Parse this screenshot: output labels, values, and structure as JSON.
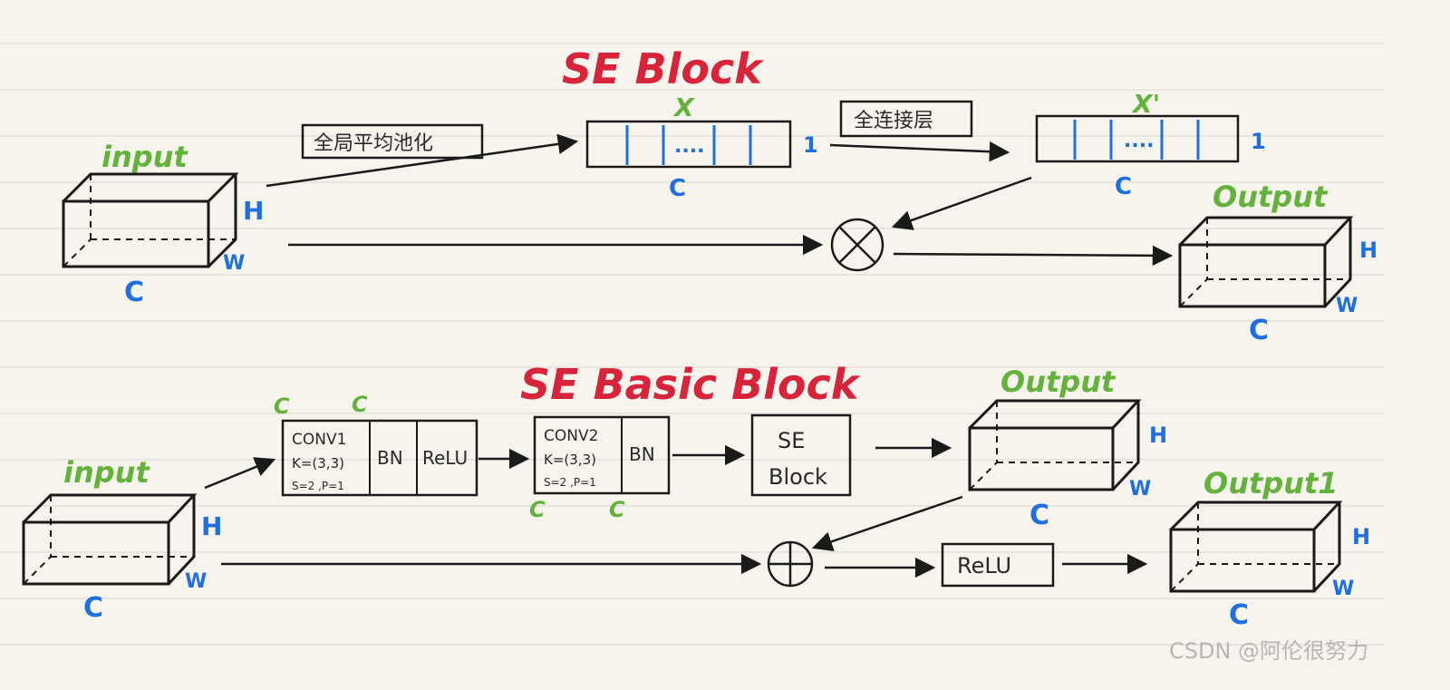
{
  "top": {
    "title": "SE Block",
    "input_label": "input",
    "gap_label": "全局平均池化",
    "fc_label": "全连接层",
    "x_label": "X",
    "x_prime_label": "X'",
    "vec_dots": "....",
    "vec_one": "1",
    "c": "C",
    "h": "H",
    "w": "W",
    "output_label": "Output"
  },
  "bottom": {
    "title": "SE Basic Block",
    "input_label": "input",
    "conv1_lines": [
      "CONV1",
      "K=(3,3)",
      "S=2 ,P=1"
    ],
    "bn": "BN",
    "relu": "ReLU",
    "conv2_lines": [
      "CONV2",
      "K=(3,3)",
      "S=2 ,P=1"
    ],
    "se_block_lines": [
      "SE",
      "Block"
    ],
    "relu_box": "ReLU",
    "output_label": "Output",
    "output1_label": "Output1",
    "c": "C",
    "h": "H",
    "w": "W"
  },
  "watermark": "CSDN @阿伦很努力",
  "colors": {
    "title": "#d8243a",
    "label_green": "#62b23c",
    "dim_blue": "#1f6fe0",
    "ink": "#1a1a1a",
    "paper": "#f7f4ee",
    "rule": "#d9d6d0"
  }
}
